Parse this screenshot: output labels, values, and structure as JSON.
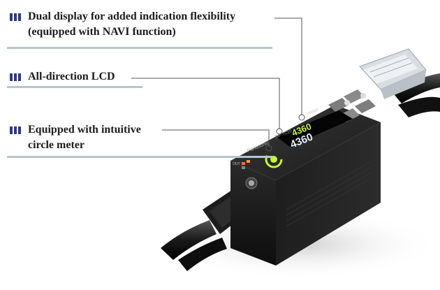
{
  "features": [
    {
      "line1": "Dual display for added indication flexibility",
      "line2": "(equipped with NAVI function)"
    },
    {
      "line1": "All-direction LCD",
      "line2": ""
    },
    {
      "line1": "Equipped with intuitive",
      "line2": "circle meter"
    }
  ],
  "device": {
    "display_top": "4360",
    "display_bottom": "4360",
    "brand_label": "Panasonic",
    "model_label": "DP-TC10",
    "meter_label": "meter",
    "side_label": "OUT"
  },
  "colors": {
    "bullet": "#2a3a8c",
    "underline": "#b7c5cf",
    "callout_line": "#555555",
    "display_green": "#c6f53a",
    "display_white": "#e8f0ff"
  }
}
